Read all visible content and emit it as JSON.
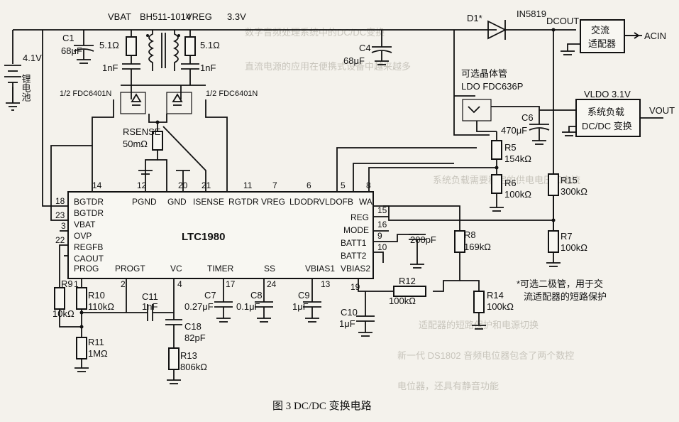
{
  "figure": {
    "caption": "图 3   DC/DC 变换电路"
  },
  "labels": {
    "vbat": "VBAT",
    "bh511": "BH511-1014",
    "vreg": "VREG",
    "v33": "3.3V",
    "d1": "D1*",
    "in5819": "IN5819",
    "dcout": "DCOUT",
    "ac_adapter_l1": "交流",
    "ac_adapter_l2": "适配器",
    "acin": "ACIN",
    "c1": "C1",
    "c1v": "68μF",
    "r51a": "5.1Ω",
    "r51b": "5.1Ω",
    "nf1a": "1nF",
    "nf1b": "1nF",
    "c4": "C4",
    "c4v": "68μF",
    "fet_left": "1/2 FDC6401N",
    "fet_right": "1/2 FDC6401N",
    "opt_mos": "可选晶体管",
    "ldo_mos": "LDO  FDC636P",
    "vldo": "VLDO 3.1V",
    "load_l1": "系统负载",
    "load_l2": "DC/DC 变换",
    "vout": "VOUT",
    "battery_v": "4.1V",
    "battery_name": "锂电池",
    "rsense": "RSENSE",
    "rsense_v": "50mΩ",
    "c6": "C6",
    "c6v": "470μF",
    "r5": "R5",
    "r5v": "154kΩ",
    "r6": "R6",
    "r6v": "100kΩ",
    "r15": "R15",
    "r15v": "300kΩ",
    "r7": "R7",
    "r7v": "100kΩ",
    "r8": "R8",
    "r8v": "169kΩ",
    "c200": "200pF",
    "r12": "R12",
    "r12v": "100kΩ",
    "r14": "R14",
    "r14v": "100kΩ",
    "note_l1": "*可选二极管，用于交",
    "note_l2": "流适配器的短路保护",
    "r9": "R9",
    "r9v": "10kΩ",
    "r10": "R10",
    "r10v": "110kΩ",
    "c11": "C11",
    "c11v": "1nF",
    "r11": "R11",
    "r11v": "1MΩ",
    "c18": "C18",
    "c18v": "82pF",
    "r13": "R13",
    "r13v": "806kΩ",
    "c7": "C7",
    "c7v": "0.27μF",
    "c8": "C8",
    "c8v": "0.1μF",
    "c9": "C9",
    "c9v": "1μF",
    "c10": "C10",
    "c10v": "1μF"
  },
  "chip": {
    "name": "LTC1980",
    "top_pins": [
      {
        "num": "14",
        "name": "BGTDR"
      },
      {
        "num": "12",
        "name": "PGND"
      },
      {
        "num": "20",
        "name": "GND"
      },
      {
        "num": "21",
        "name": "ISENSE"
      },
      {
        "num": "11",
        "name": "RGTDR"
      },
      {
        "num": "7",
        "name": "VREG"
      },
      {
        "num": "6",
        "name": "LDODRV"
      },
      {
        "num": "5",
        "name": "LDOFB"
      },
      {
        "num": "8",
        "name": "WA"
      }
    ],
    "left_pins": [
      {
        "num": "18",
        "name": "BGTDR"
      },
      {
        "num": "23",
        "name": "VBAT"
      },
      {
        "num": "3",
        "name": "OVP"
      },
      {
        "num": "22",
        "name": "REGFB"
      },
      {
        "num": "",
        "name": "CAOUT"
      }
    ],
    "right_pins": [
      {
        "num": "15",
        "name": "REG"
      },
      {
        "num": "16",
        "name": "MODE"
      },
      {
        "num": "9",
        "name": "BATT1"
      },
      {
        "num": "10",
        "name": "BATT2"
      }
    ],
    "bottom_pins": [
      {
        "num": "1",
        "name": "PROG"
      },
      {
        "num": "2",
        "name": "PROGT"
      },
      {
        "num": "4",
        "name": "VC"
      },
      {
        "num": "17",
        "name": "TIMER"
      },
      {
        "num": "24",
        "name": "SS"
      },
      {
        "num": "13",
        "name": "VBIAS1"
      },
      {
        "num": "19",
        "name": "VBIAS2"
      }
    ]
  }
}
